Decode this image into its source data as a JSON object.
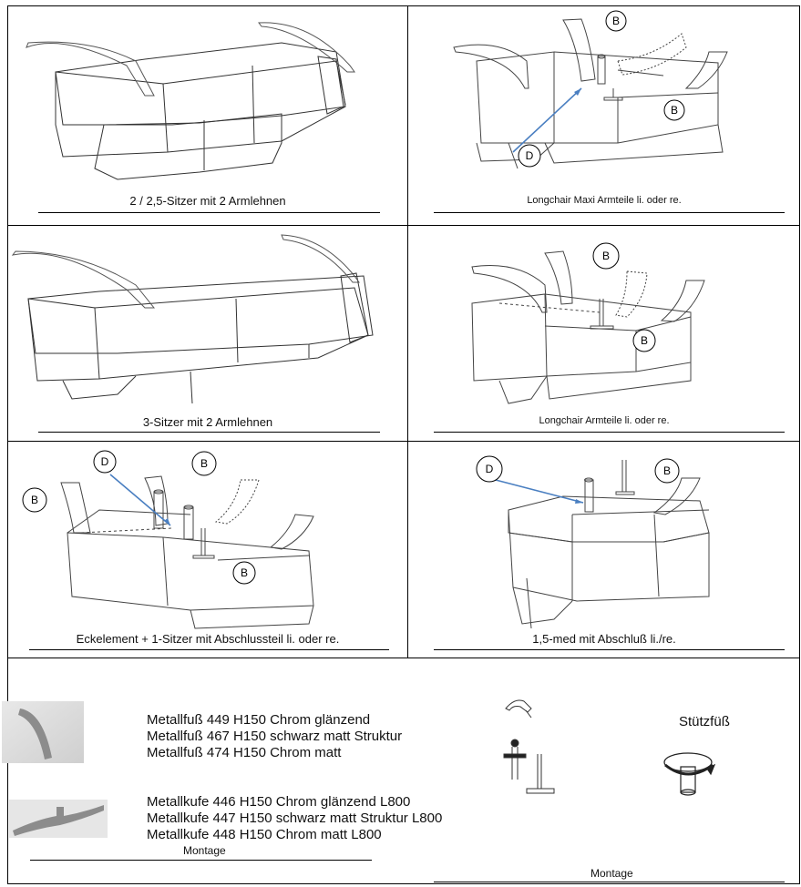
{
  "captions": {
    "sofa_2": "2 /  2,5-Sitzer mit 2 Armlehnen",
    "longchair_maxi": "Longchair Maxi Armteile  li. oder re.",
    "sofa_3": "3-Sitzer  mit 2 Armlehnen",
    "longchair": "Longchair Armteile  li. oder re.",
    "eckelement": "Eckelement + 1-Sitzer mit Abschlussteil  li. oder re.",
    "med": "1,5-med mit Abschluß  li./re."
  },
  "callouts": {
    "b": "B",
    "d": "D"
  },
  "feet": {
    "metallfuss": [
      "Metallfuß 449 H150 Chrom glänzend",
      "Metallfuß 467 H150 schwarz matt Struktur",
      "Metallfuß 474 H150 Chrom matt"
    ],
    "metallkufe": [
      "Metallkufe 446 H150 Chrom glänzend L800",
      "Metallkufe 447 H150 schwarz matt Struktur L800",
      "Metallkufe 448 H150 Chrom matt L800"
    ],
    "stuetzfuss": "Stützfüß",
    "montage_left": "Montage",
    "montage_right": "Montage"
  },
  "colors": {
    "arrow": "#4a7fc1",
    "line": "#333333",
    "photo_metal": "#8c8c8c"
  }
}
